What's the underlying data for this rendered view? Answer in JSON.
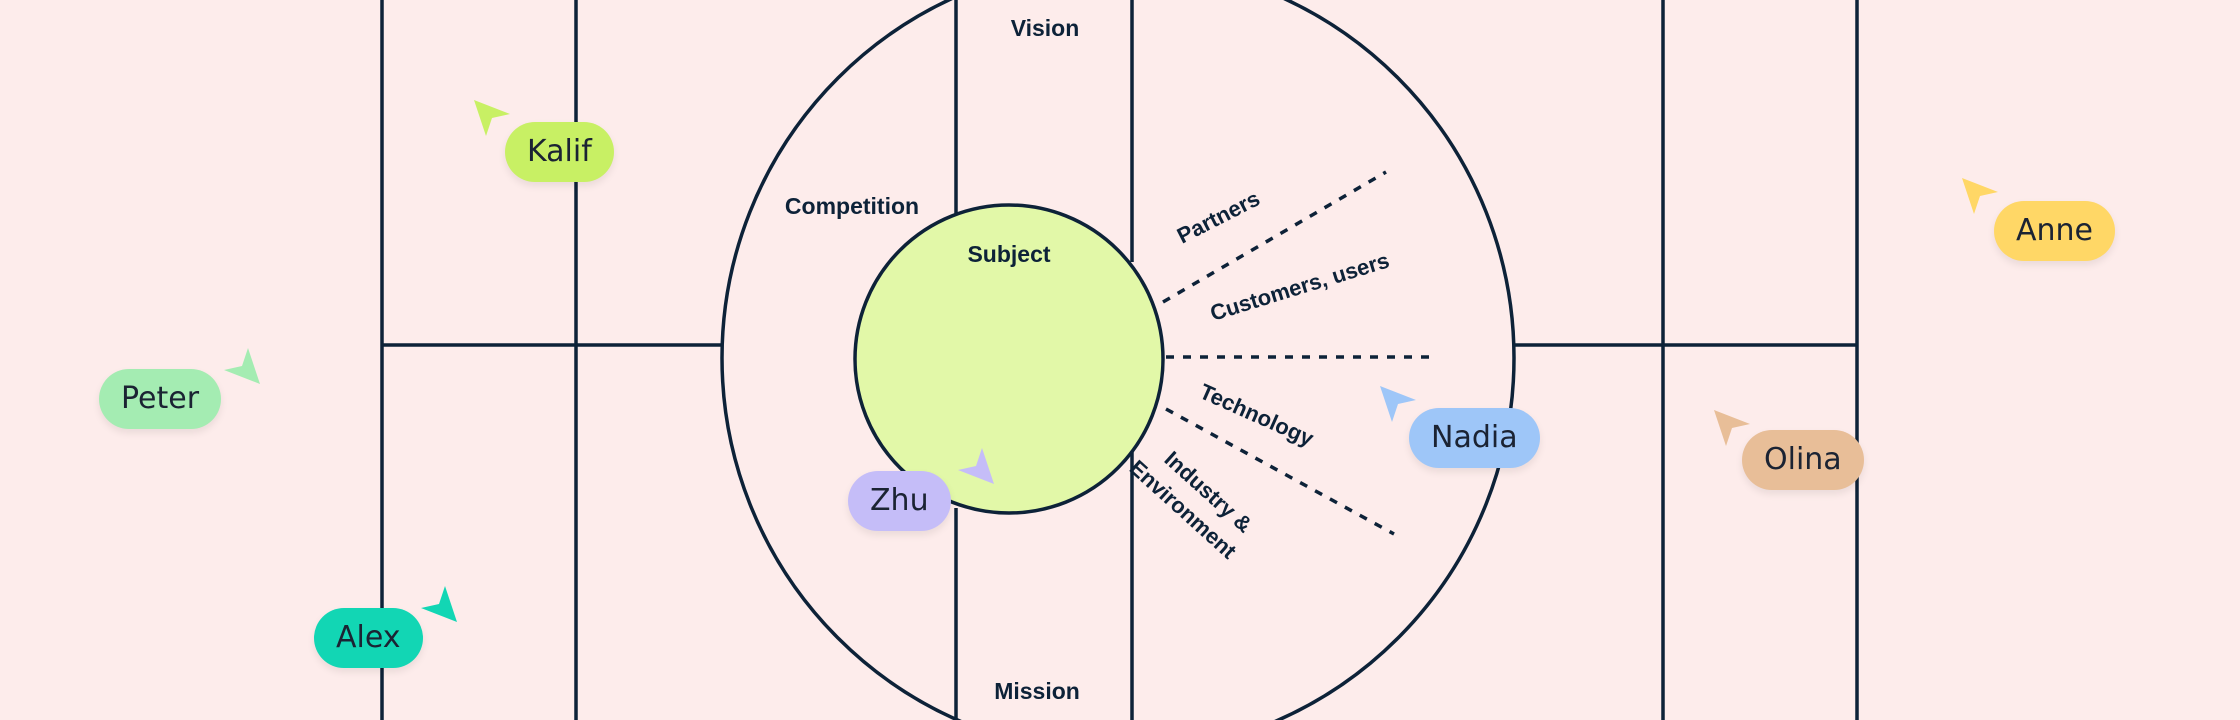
{
  "canvas": {
    "background": "#fdeceb",
    "line_color": "#0d2238",
    "subject_fill": "#e2f8a8"
  },
  "diagram": {
    "labels": {
      "vision": "Vision",
      "mission": "Mission",
      "competition": "Competition",
      "subject": "Subject",
      "partners": "Partners",
      "customers": "Customers, users",
      "technology": "Technology",
      "industry_line1": "Industry &",
      "industry_line2": "Environment"
    }
  },
  "cursors": [
    {
      "name": "Kalif",
      "color": "#c8f064",
      "icon": "pointer-arrow-icon"
    },
    {
      "name": "Anne",
      "color": "#ffd766",
      "icon": "pointer-arrow-icon"
    },
    {
      "name": "Peter",
      "color": "#a4ecb2",
      "icon": "pointer-arrow-icon"
    },
    {
      "name": "Nadia",
      "color": "#9ec6f8",
      "icon": "pointer-arrow-icon"
    },
    {
      "name": "Olina",
      "color": "#e8be98",
      "icon": "pointer-arrow-icon"
    },
    {
      "name": "Zhu",
      "color": "#c5bdf8",
      "icon": "pointer-arrow-icon"
    },
    {
      "name": "Alex",
      "color": "#12d6b4",
      "icon": "pointer-arrow-icon"
    }
  ]
}
